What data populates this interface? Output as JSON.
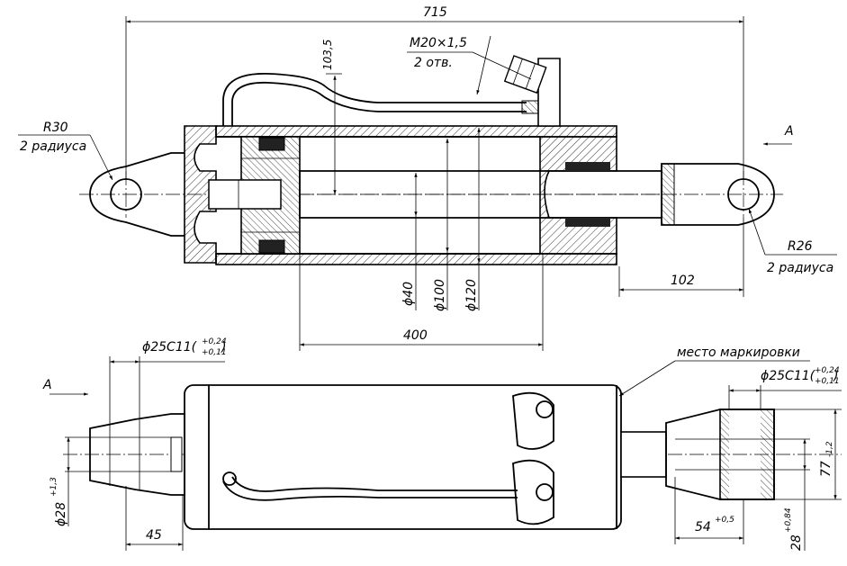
{
  "dimensions": {
    "overall_length": "715",
    "stroke": "400",
    "port_height": "103,5",
    "port_thread": "M20×1,5",
    "port_count": "2 отв.",
    "rear_radius": "R30",
    "rear_radius_count": "2 радиуса",
    "front_radius": "R26",
    "front_radius_count": "2 радиуса",
    "rod_end_length": "102",
    "rod_diameter": "ϕ40",
    "bore_diameter": "ϕ100",
    "outer_diameter": "ϕ120",
    "rear_bore_label": "ϕ25C11(",
    "front_bore_label": "ϕ25C11(",
    "bore_tol_upper": "+0,24",
    "bore_tol_lower": "+0,11",
    "bore_tol_close": ")",
    "rear_eye_width_base": "ϕ28",
    "rear_eye_width_tol": "+1,3",
    "rear_eye_offset": "45",
    "fork_slot_base": "54",
    "fork_slot_tol": "+0,5",
    "fork_height_base": "77",
    "fork_height_tol": "-1,2",
    "fork_gap_base": "28",
    "fork_gap_tol": "+0,84"
  },
  "view_label": "A",
  "marking_label": "место маркировки"
}
